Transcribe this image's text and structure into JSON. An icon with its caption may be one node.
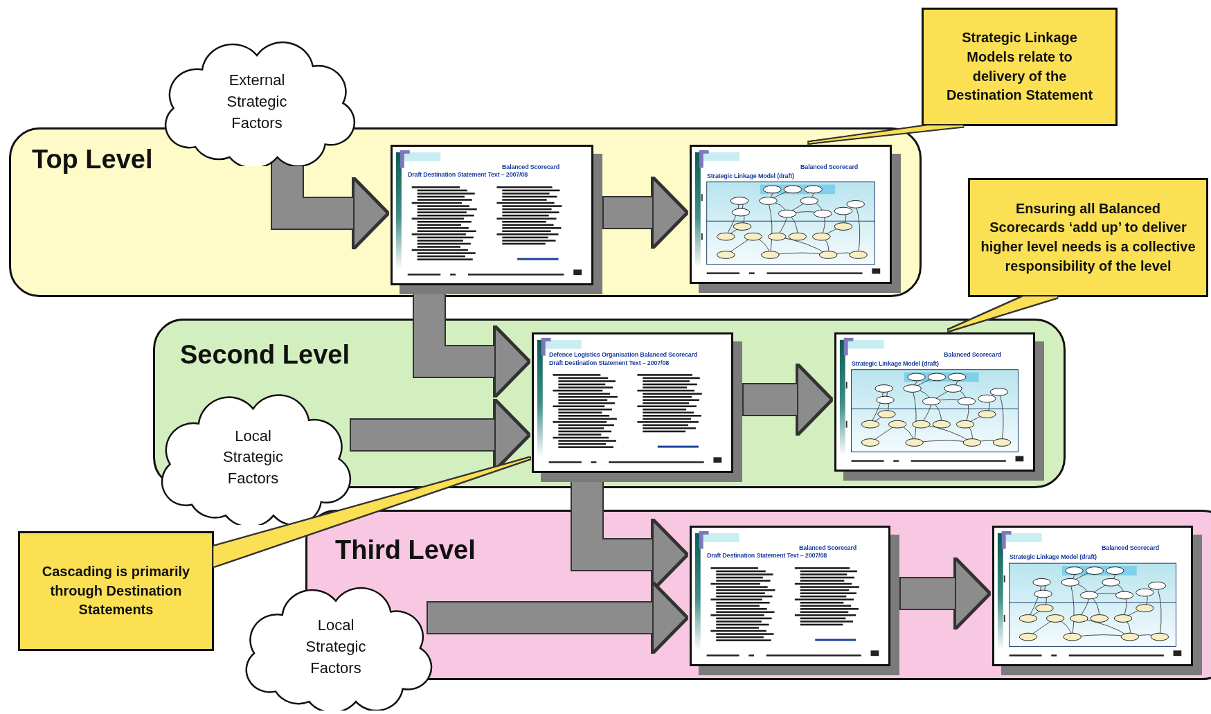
{
  "diagram": {
    "nodes": [
      {
        "text": [
          "Top Level"
        ]
      },
      {
        "text": [
          "External Strategic Factors"
        ]
      },
      {
        "text": [
          "Balanced Scorecard",
          "Draft Destination Statement Text – 2007/08"
        ],
        "in": 0
      },
      {
        "text": [
          "Balanced Scorecard",
          "Strategic Linkage Model (draft)"
        ],
        "in": 0
      },
      {
        "text": [
          "Strategic Linkage Models relate to delivery of the Destination Statement"
        ]
      },
      {
        "text": [
          "Second Level"
        ]
      },
      {
        "text": [
          "Defence Logistics Organisation Balanced Scorecard",
          "Draft Destination Statement Text – 2007/08"
        ],
        "in": 5
      },
      {
        "text": [
          "Balanced Scorecard",
          "Strategic Linkage Model (draft)"
        ],
        "in": 5
      },
      {
        "text": [
          "Local Strategic Factors"
        ]
      },
      {
        "text": [
          "Ensuring all Balanced Scorecards ‘add up’ to deliver higher level needs is a collective responsibility of the level"
        ]
      },
      {
        "text": [
          "Third Level"
        ]
      },
      {
        "text": [
          "Balanced Scorecard",
          "Draft Destination Statement Text – 2007/08"
        ],
        "in": 10
      },
      {
        "text": [
          "Balanced Scorecard",
          "Strategic Linkage Model (draft)"
        ],
        "in": 10
      },
      {
        "text": [
          "Local Strategic Factors"
        ]
      },
      {
        "text": [
          "Cascading is primarily through Destination Statements"
        ]
      }
    ],
    "edges": [
      {
        "from": 1,
        "to": 2,
        "arrow": "to"
      },
      {
        "from": 2,
        "to": 3,
        "arrow": "to"
      },
      {
        "from": 2,
        "to": 6,
        "arrow": "to"
      },
      {
        "from": 8,
        "to": 6,
        "arrow": "to"
      },
      {
        "from": 6,
        "to": 7,
        "arrow": "to"
      },
      {
        "from": 6,
        "to": 11,
        "arrow": "to"
      },
      {
        "from": 13,
        "to": 11,
        "arrow": "to"
      },
      {
        "from": 11,
        "to": 12,
        "arrow": "to"
      },
      {
        "from": 4,
        "to": 3,
        "arrow": "none",
        "color": "#fbe054"
      },
      {
        "from": 9,
        "to": 7,
        "arrow": "none",
        "color": "#fbe054"
      },
      {
        "from": 14,
        "to": 6,
        "arrow": "none",
        "color": "#fbe054"
      }
    ]
  }
}
